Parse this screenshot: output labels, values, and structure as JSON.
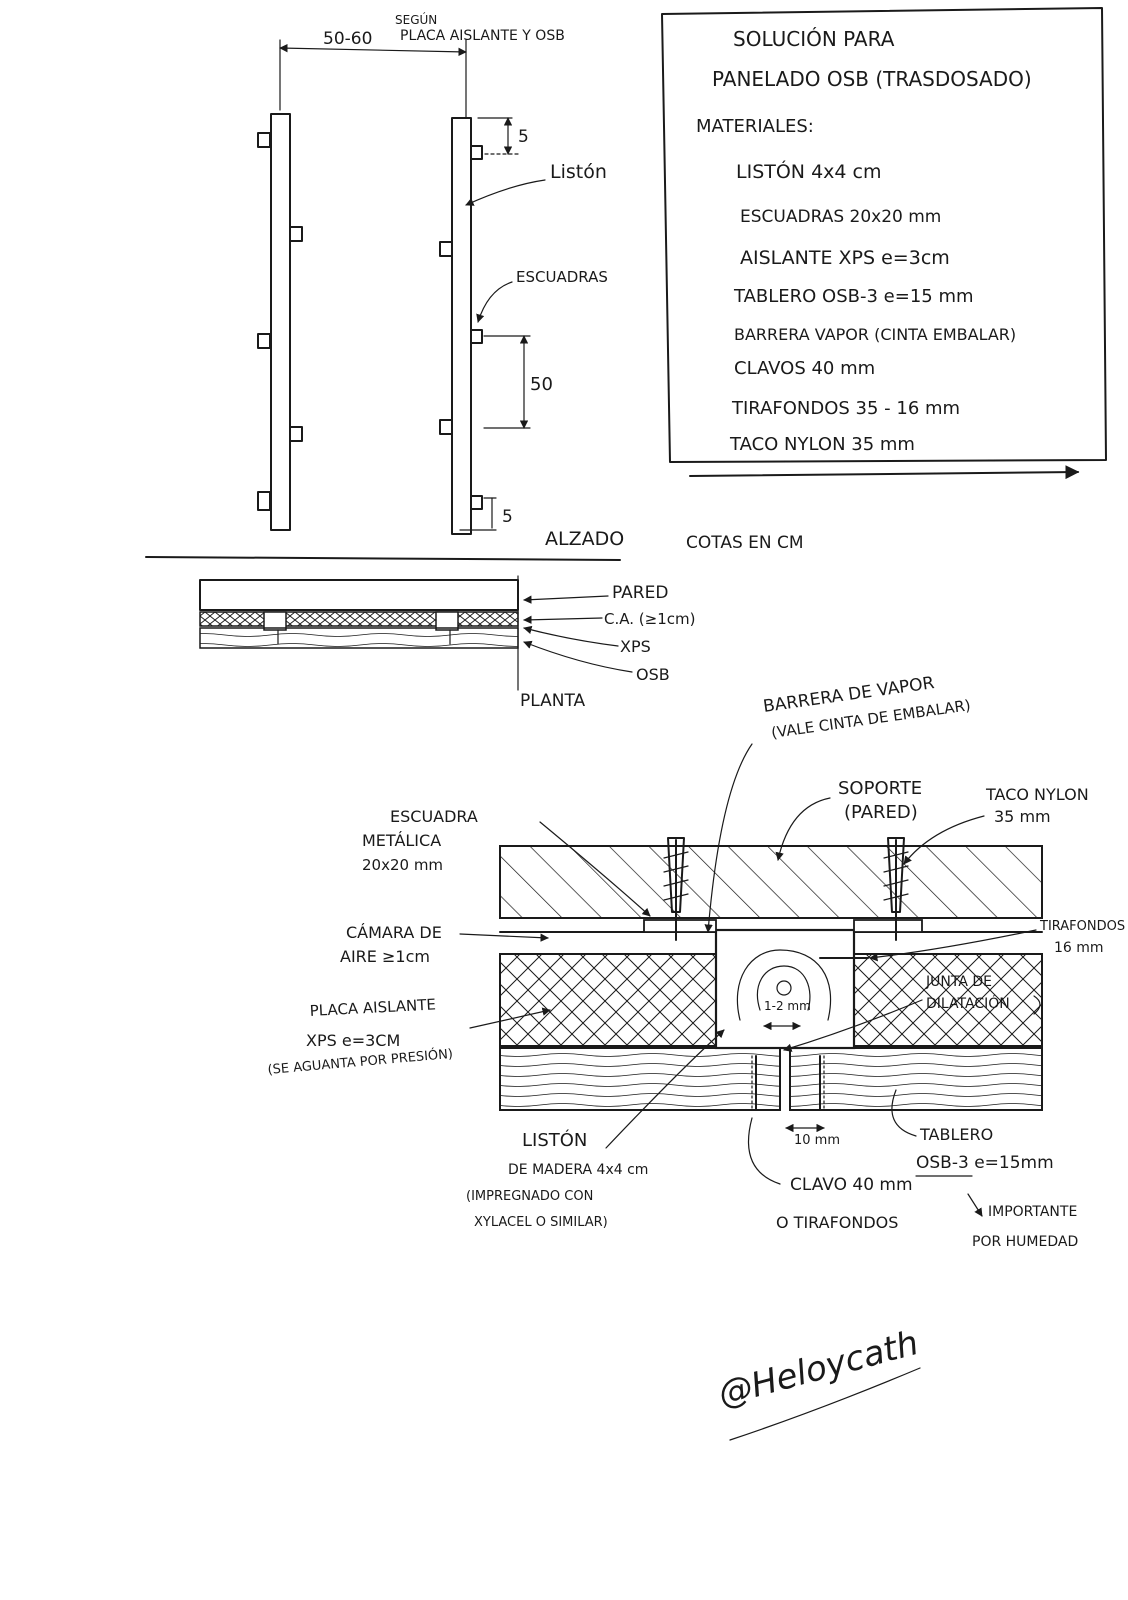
{
  "notes": {
    "title_line1": "SOLUCIÓN PARA",
    "title_line2": "PANELADO OSB (TRASDOSADO)",
    "materials_heading": "MATERIALES:",
    "materials": [
      "LISTÓN 4x4 cm",
      "ESCUADRAS 20x20 mm",
      "AISLANTE XPS e=3cm",
      "TABLERO OSB-3 e=15 mm",
      "BARRERA VAPOR (CINTA EMBALAR)",
      "CLAVOS 40 mm",
      "TIRAFONDOS 35 - 16 mm",
      "TACO NYLON 35 mm"
    ]
  },
  "elevation": {
    "width_dim": "50-60",
    "width_note_line1": "SEGÚN",
    "width_note_line2": "PLACA AISLANTE Y OSB",
    "dim_top": "5",
    "dim_mid": "50",
    "dim_bottom": "5",
    "label_liston": "Listón",
    "label_escuadras": "ESCUADRAS",
    "caption_left": "ALZADO",
    "caption_right": "COTAS EN CM"
  },
  "plan": {
    "label_pared": "PARED",
    "label_ca": "C.A. (≥1cm)",
    "label_xps": "XPS",
    "label_osb": "OSB",
    "caption": "PLANTA"
  },
  "section": {
    "barrera_line1": "BARRERA DE VAPOR",
    "barrera_line2": "(VALE CINTA DE EMBALAR)",
    "soporte_line1": "SOPORTE",
    "soporte_line2": "(PARED)",
    "taco_line1": "TACO NYLON",
    "taco_line2": "35 mm",
    "escuadra_line1": "ESCUADRA",
    "escuadra_line2": "METÁLICA",
    "escuadra_line3": "20x20 mm",
    "tirafondos_line1": "TIRAFONDOS",
    "tirafondos_line2": "16 mm",
    "camara_line1": "CÁMARA DE",
    "camara_line2": "AIRE ≥1cm",
    "junta_line1": "JUNTA DE",
    "junta_line2": "DILATACIÓN",
    "gap_label": "1-2 mm",
    "placa_line1": "PLACA AISLANTE",
    "placa_line2": "XPS e=3CM",
    "placa_line3": "(SE AGUANTA POR PRESIÓN)",
    "liston_line1": "LISTÓN",
    "liston_line2": "DE MADERA 4x4 cm",
    "liston_line3": "(IMPREGNADO CON",
    "liston_line4": "XYLACEL O SIMILAR)",
    "joint_gap": "10 mm",
    "clavo_line1": "CLAVO 40 mm",
    "clavo_line2": "O TIRAFONDOS",
    "tablero_line1": "TABLERO",
    "tablero_line2": "OSB-3 e=15mm",
    "importante_line1": "IMPORTANTE",
    "importante_line2": "POR HUMEDAD"
  },
  "signature": "@Heloycath"
}
